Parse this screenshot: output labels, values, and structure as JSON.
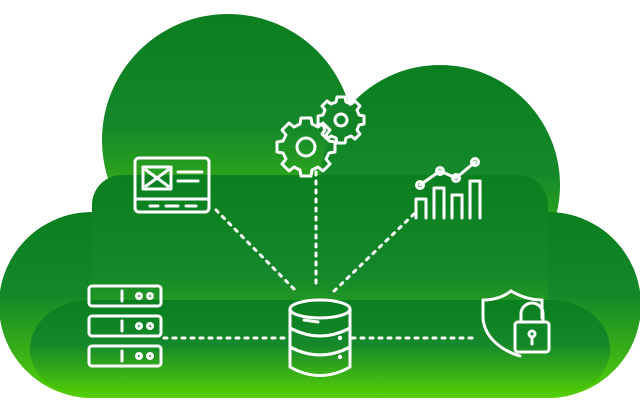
{
  "diagram": {
    "colors": {
      "cloud_top": "#0a7f1f",
      "cloud_bottom": "#57d106",
      "icon_stroke": "#ffffff",
      "background": "#ffffff"
    },
    "hub": {
      "icon": "database-icon"
    },
    "nodes": [
      {
        "id": "dashboard",
        "icon": "web-dashboard-icon"
      },
      {
        "id": "settings",
        "icon": "gears-icon"
      },
      {
        "id": "analytics",
        "icon": "bar-chart-trend-icon"
      },
      {
        "id": "servers",
        "icon": "server-rack-icon"
      },
      {
        "id": "security",
        "icon": "shield-lock-icon"
      }
    ]
  }
}
